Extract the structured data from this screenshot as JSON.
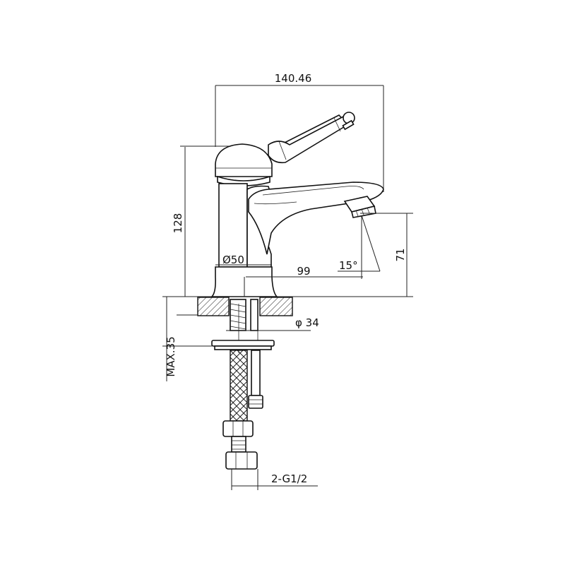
{
  "drawing": {
    "dimensions": {
      "spout_reach_total": "140.46",
      "height": "128",
      "base_diameter": "Ø50",
      "spout_reach": "99",
      "spout_angle": "15°",
      "spout_height": "71",
      "shank_diameter": "φ 34",
      "max_thickness": "MAX.35",
      "connection": "2-G1/2"
    }
  }
}
